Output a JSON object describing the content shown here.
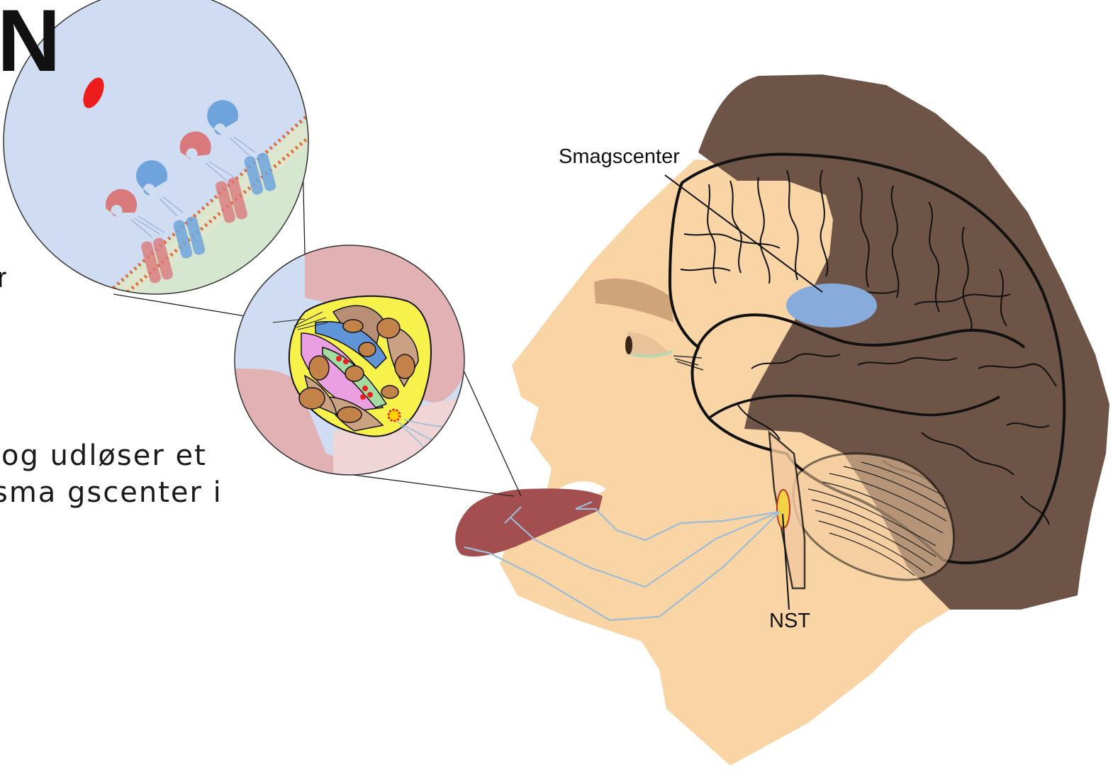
{
  "heading_fragment": "N",
  "stray_fragment": "r",
  "body_text": {
    "line1": "og udløser et",
    "line2": "sma gscenter i"
  },
  "labels": {
    "taste_center": "Smagscenter",
    "nucleus": "NST"
  },
  "colors": {
    "skin": "#f9d5a5",
    "hair": "#6d5446",
    "tongue": "#a34e4f",
    "taste_center_blob": "#87abdb",
    "nerve": "#9dbcd8",
    "receptor_red": "#d9797c",
    "receptor_blue": "#6fa3dc",
    "bubble_bg": "#cfdcf1",
    "bud_yellow": "#f7f14b"
  }
}
